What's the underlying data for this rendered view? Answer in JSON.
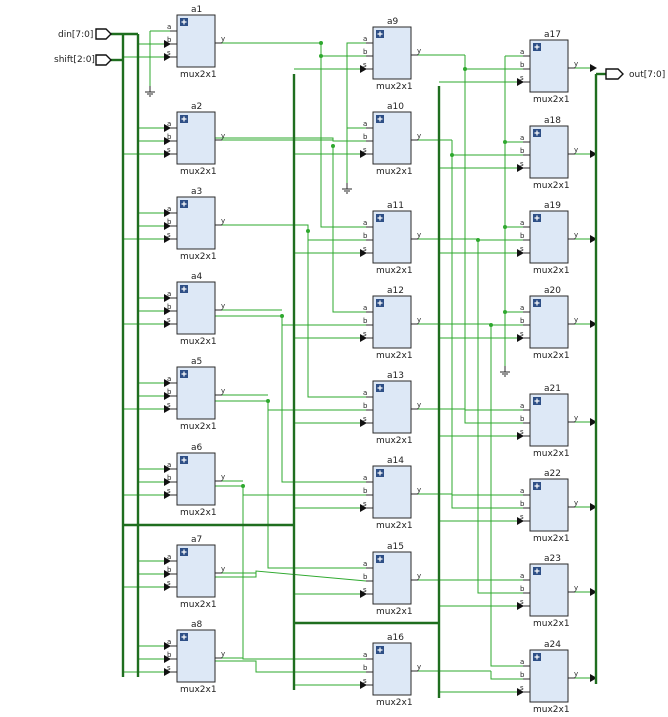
{
  "ports": {
    "din": "din[7:0]",
    "shift": "shift[2:0]",
    "out": "out[7:0]"
  },
  "module_name": "mux2x1",
  "pins": {
    "a": "a",
    "b": "b",
    "s": "s",
    "y": "y"
  },
  "instances": [
    "a1",
    "a2",
    "a3",
    "a4",
    "a5",
    "a6",
    "a7",
    "a8",
    "a9",
    "a10",
    "a11",
    "a12",
    "a13",
    "a14",
    "a15",
    "a16",
    "a17",
    "a18",
    "a19",
    "a20",
    "a21",
    "a22",
    "a23",
    "a24"
  ],
  "colors": {
    "wire": "#2ea82e",
    "bus": "#1f6e1f",
    "cell_fill": "#dde8f6",
    "cell_icon": "#2e4f86"
  }
}
